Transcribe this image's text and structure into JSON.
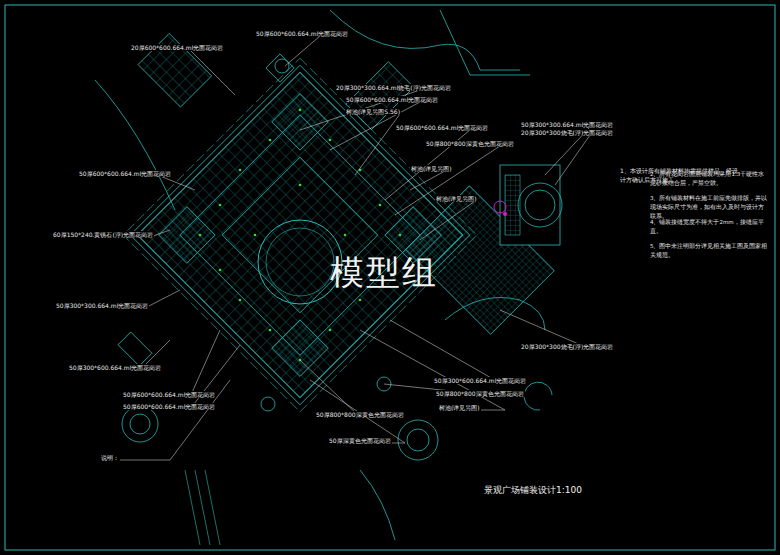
{
  "diagram": {
    "title": "景观广场铺装设计1:100",
    "labels": [
      "20厚600*600.664.ml光面花岗岩",
      "50厚600*600.664.ml光面花岗岩",
      "20厚300*300.664.ml烧毛(浮)光面花岗岩",
      "50厚600*600.664.ml光面花岗岩",
      "树池(详见另图S.56)",
      "50厚600*600.664.ml光面花岗岩",
      "50厚300*300.664.ml光面花岗岩",
      "20厚300*300烧毛(浮)光面花岗岩",
      "50厚800*800深黄色光面花岗岩",
      "树池(详见另图)",
      "50厚600*600.664.ml光面花岗岩",
      "60厚150*240.黄锈石(浮)光面花岗岩",
      "树池(详见另图)",
      "50厚300*300.664.ml光面花岗岩",
      "50厚300*600.664.ml光面花岗岩",
      "20厚300*300烧毛(浮)光面花岗岩",
      "50厚300*600.664.ml光面花岗岩",
      "50厚600*600.664.ml光面花岗岩",
      "50厚600*600.664.ml光面花岗岩",
      "50厚800*800深黄色光面花岗岩",
      "树池(详见另图)",
      "50厚800*800深黄色光面花岗岩",
      "50厚深黄色光面花岗岩",
      "说明：",
      "1、本设计所有铺装材料均需提供样品，经设计方确认后方可施工。",
      "2、所有花岗岩面层铺装均采用1:3干硬性水泥砂浆结合层，严禁空鼓。",
      "3、所有铺装材料在施工前应先做排版，并以现场实际尺寸为准，如有出入及时与设计方联系。",
      "4、铺装接缝宽度不得大于2mm，接缝应平直。",
      "5、图中未注明部分详见相关施工图及国家相关规范。",
      "模型组"
    ]
  }
}
